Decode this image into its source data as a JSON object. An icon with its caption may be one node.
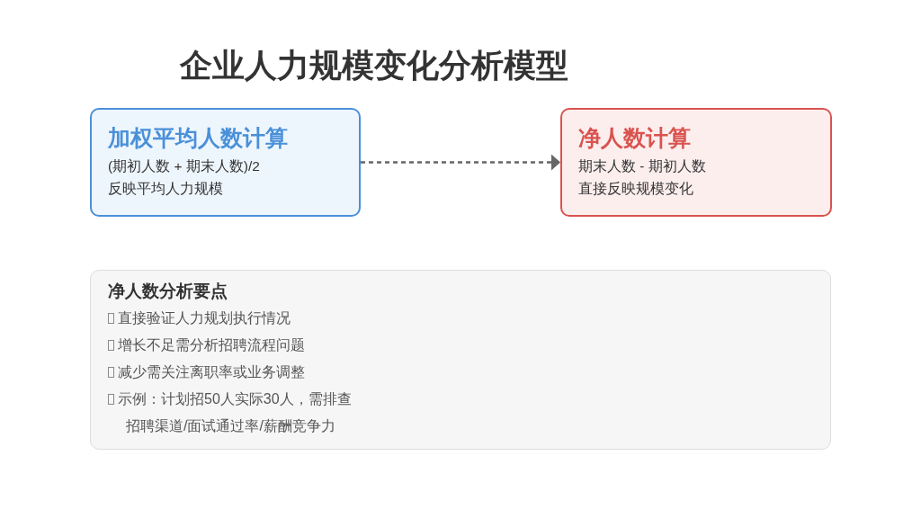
{
  "diagram": {
    "title": "企业人力规模变化分析模型",
    "nodes": [
      {
        "text": [
          "加权平均人数计算",
          "(期初人数 + 期末人数)/2",
          "反映平均人力规模"
        ]
      },
      {
        "text": [
          "净人数计算",
          "期末人数 - 期初人数",
          "直接反映规模变化"
        ]
      },
      {
        "text": [
          "净人数分析要点",
          "直接验证人力规划执行情况",
          "增长不足需分析招聘流程问题",
          "减少需关注离职率或业务调整",
          "示例：计划招50人实际30人，需排查招聘渠道/面试通过率/薪酬竞争力"
        ]
      }
    ],
    "edges": [
      {
        "from": 0,
        "to": 1,
        "arrow": "to",
        "style": "dashed"
      }
    ]
  }
}
